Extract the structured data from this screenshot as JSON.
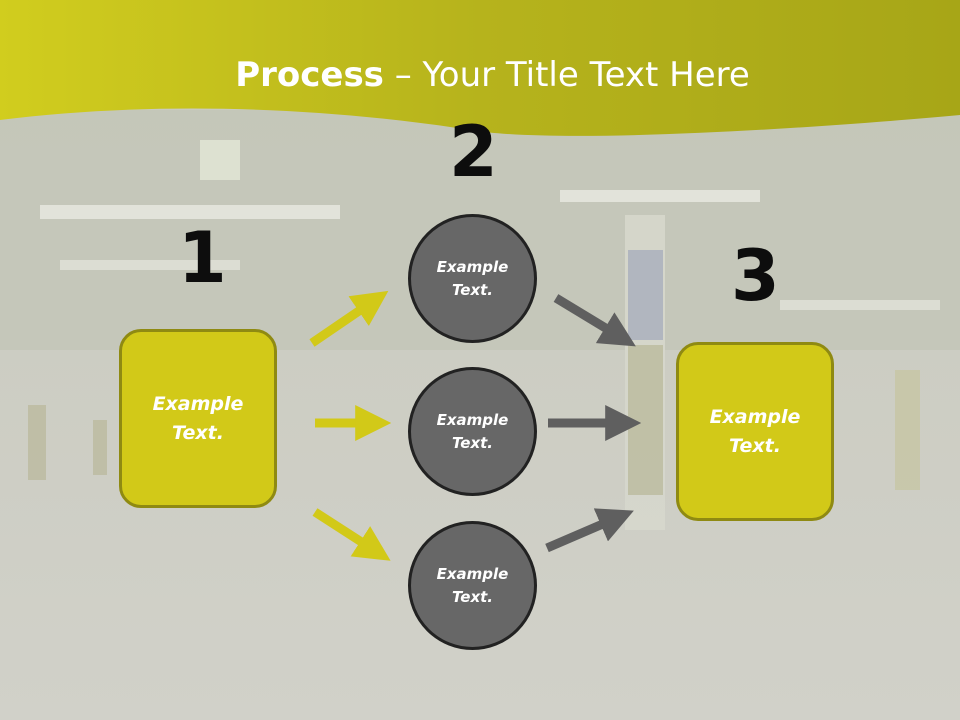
{
  "title": {
    "bold": "Process",
    "rest": " – Your Title Text Here"
  },
  "steps": [
    {
      "number": "1",
      "text": "Example\nText."
    },
    {
      "number": "2",
      "texts": [
        "Example\nText.",
        "Example\nText.",
        "Example\nText."
      ]
    },
    {
      "number": "3",
      "text": "Example\nText."
    }
  ],
  "colors": {
    "accent": "#d2c918",
    "circle": "#676767",
    "arrow_gray": "#5f5f5f",
    "arrow_yellow": "#d2c918"
  }
}
